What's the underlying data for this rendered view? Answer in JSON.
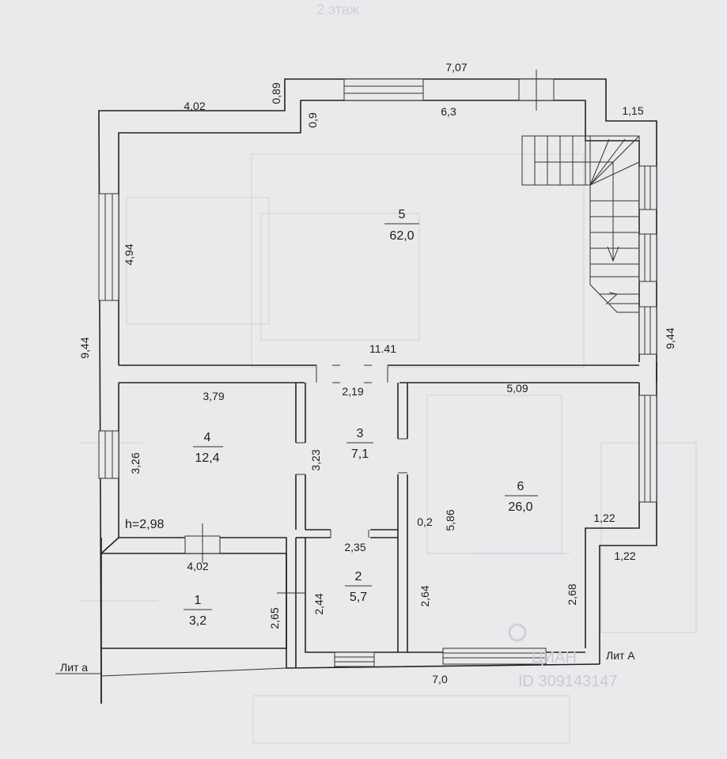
{
  "top_faint_label": "2 этаж",
  "watermark": {
    "brand": "ЦИАН",
    "id_text": "ID 309143147"
  },
  "rooms": [
    {
      "number": "1",
      "area": "3,2"
    },
    {
      "number": "2",
      "area": "5,7"
    },
    {
      "number": "3",
      "area": "7,1"
    },
    {
      "number": "4",
      "area": "12,4"
    },
    {
      "number": "5",
      "area": "62,0"
    },
    {
      "number": "6",
      "area": "26,0"
    }
  ],
  "ceiling_height": "h=2,98",
  "dimensions": {
    "top_total": "7,07",
    "left_top": "4,02",
    "step_089": "0,89",
    "step_09": "0,9",
    "inner_top": "6,3",
    "right_step_top": "1,15",
    "room5_left_height": "4,94",
    "left_total": "9,44",
    "right_total": "9,44",
    "divider_width": "11.41",
    "room4_width": "3,79",
    "room4_height": "3,26",
    "door_width": "2,19",
    "room3_height": "3,23",
    "room6_width": "5,09",
    "room6_height": "5,86",
    "wall_02": "0,2",
    "right_step_1": "1,22",
    "right_step_2": "1,22",
    "room2_width": "2,35",
    "room1_width": "4,02",
    "room1_height": "2,65",
    "room2_height": "2,44",
    "corridor_height": "2,64",
    "right_lower_height": "2,68",
    "bottom_total": "7,0"
  },
  "markers": {
    "lit_small": "Лит а",
    "lit_big": "Лит А"
  }
}
